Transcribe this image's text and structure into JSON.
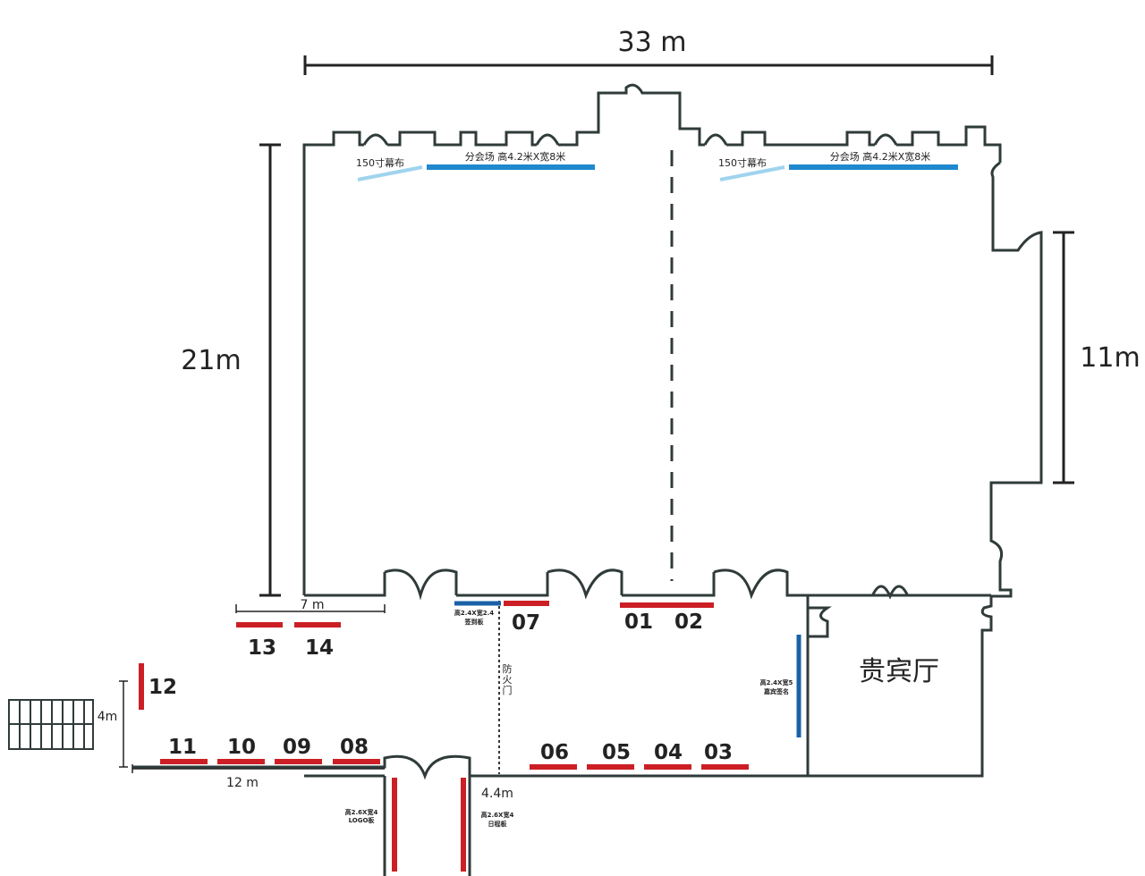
{
  "dimensions": {
    "width_label": "33 m",
    "height_label": "21m",
    "right_label": "11m",
    "lobby_label": "7  m",
    "corridor_label": "12  m",
    "corridor_height_label": "4m",
    "entrance_label": "4.4m"
  },
  "hall_left": {
    "screen_label": "150寸幕布",
    "stage_label": "分会场  高4.2米X宽8米"
  },
  "hall_right": {
    "screen_label": "150寸幕布",
    "stage_label": "分会场  高4.2米X宽8米"
  },
  "rooms": {
    "vip_room": "贵宾厅",
    "fire_door": [
      "防",
      "火",
      "门"
    ]
  },
  "boards": {
    "signin": [
      "高2.4X宽2.4",
      "签到板"
    ],
    "vip_signin": [
      "高2.4X宽5",
      "嘉宾签名"
    ],
    "logo": [
      "高2.6X宽4",
      "LOGO板"
    ],
    "schedule": [
      "高2.6X宽4",
      "日程板"
    ]
  },
  "booths": [
    "01",
    "02",
    "03",
    "04",
    "05",
    "06",
    "07",
    "08",
    "09",
    "10",
    "11",
    "12",
    "13",
    "14"
  ],
  "colors": {
    "booth_red": "#cc1f25",
    "stage_blue": "#1f88cf",
    "screen_light_blue": "#9fd4ee",
    "board_dark_blue": "#1a62a8",
    "wall": "#2f3b3a"
  }
}
